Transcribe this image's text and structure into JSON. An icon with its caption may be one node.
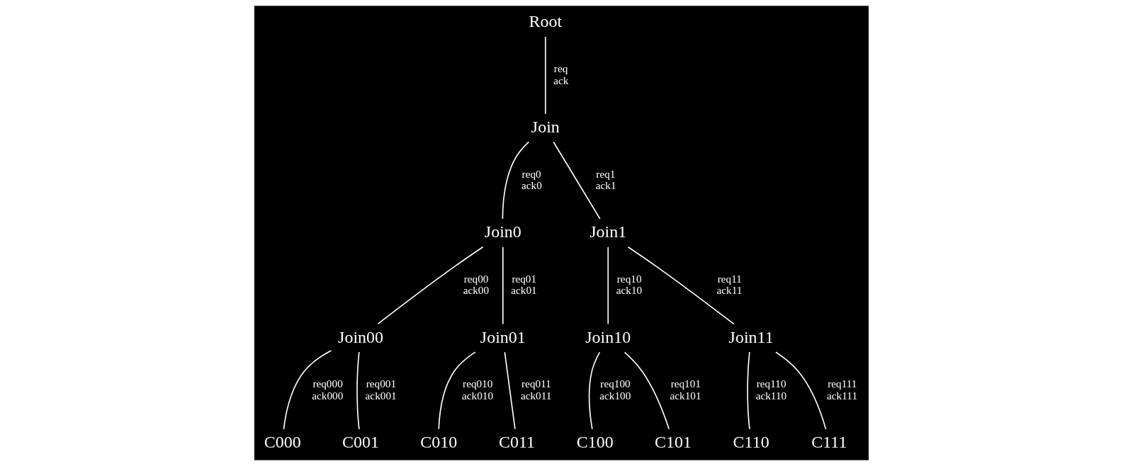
{
  "diagram": {
    "nodes": [
      {
        "text": [
          "Root"
        ]
      },
      {
        "text": [
          "Join"
        ]
      },
      {
        "text": [
          "Join0"
        ]
      },
      {
        "text": [
          "Join1"
        ]
      },
      {
        "text": [
          "Join00"
        ]
      },
      {
        "text": [
          "Join01"
        ]
      },
      {
        "text": [
          "Join10"
        ]
      },
      {
        "text": [
          "Join11"
        ]
      },
      {
        "text": [
          "C000"
        ]
      },
      {
        "text": [
          "C001"
        ]
      },
      {
        "text": [
          "C010"
        ]
      },
      {
        "text": [
          "C011"
        ]
      },
      {
        "text": [
          "C100"
        ]
      },
      {
        "text": [
          "C101"
        ]
      },
      {
        "text": [
          "C110"
        ]
      },
      {
        "text": [
          "C111"
        ]
      }
    ],
    "edges": [
      {
        "from": 0,
        "to": 1,
        "arrow": "none",
        "label": "req ack"
      },
      {
        "from": 1,
        "to": 2,
        "arrow": "none",
        "label": "req0 ack0"
      },
      {
        "from": 1,
        "to": 3,
        "arrow": "none",
        "label": "req1 ack1"
      },
      {
        "from": 2,
        "to": 4,
        "arrow": "none",
        "label": "req00 ack00"
      },
      {
        "from": 2,
        "to": 5,
        "arrow": "none",
        "label": "req01 ack01"
      },
      {
        "from": 3,
        "to": 6,
        "arrow": "none",
        "label": "req10 ack10"
      },
      {
        "from": 3,
        "to": 7,
        "arrow": "none",
        "label": "req11 ack11"
      },
      {
        "from": 4,
        "to": 8,
        "arrow": "none",
        "label": "req000 ack000"
      },
      {
        "from": 4,
        "to": 9,
        "arrow": "none",
        "label": "req001 ack001"
      },
      {
        "from": 5,
        "to": 10,
        "arrow": "none",
        "label": "req010 ack010"
      },
      {
        "from": 5,
        "to": 11,
        "arrow": "none",
        "label": "req011 ack011"
      },
      {
        "from": 6,
        "to": 12,
        "arrow": "none",
        "label": "req100 ack100"
      },
      {
        "from": 6,
        "to": 13,
        "arrow": "none",
        "label": "req101 ack101"
      },
      {
        "from": 7,
        "to": 14,
        "arrow": "none",
        "label": "req110 ack110"
      },
      {
        "from": 7,
        "to": 15,
        "arrow": "none",
        "label": "req111 ack111"
      }
    ]
  }
}
